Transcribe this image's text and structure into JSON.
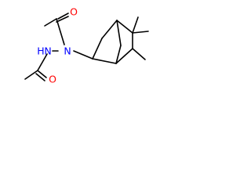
{
  "molecule": {
    "atoms": {
      "o_top": "O",
      "n_upper": "N",
      "h_nh": "H",
      "n_lower": "N",
      "o_bottom": "O"
    }
  },
  "colors": {
    "oxygen": "#ff0000",
    "nitrogen": "#0000ff",
    "bond": "#000000"
  }
}
